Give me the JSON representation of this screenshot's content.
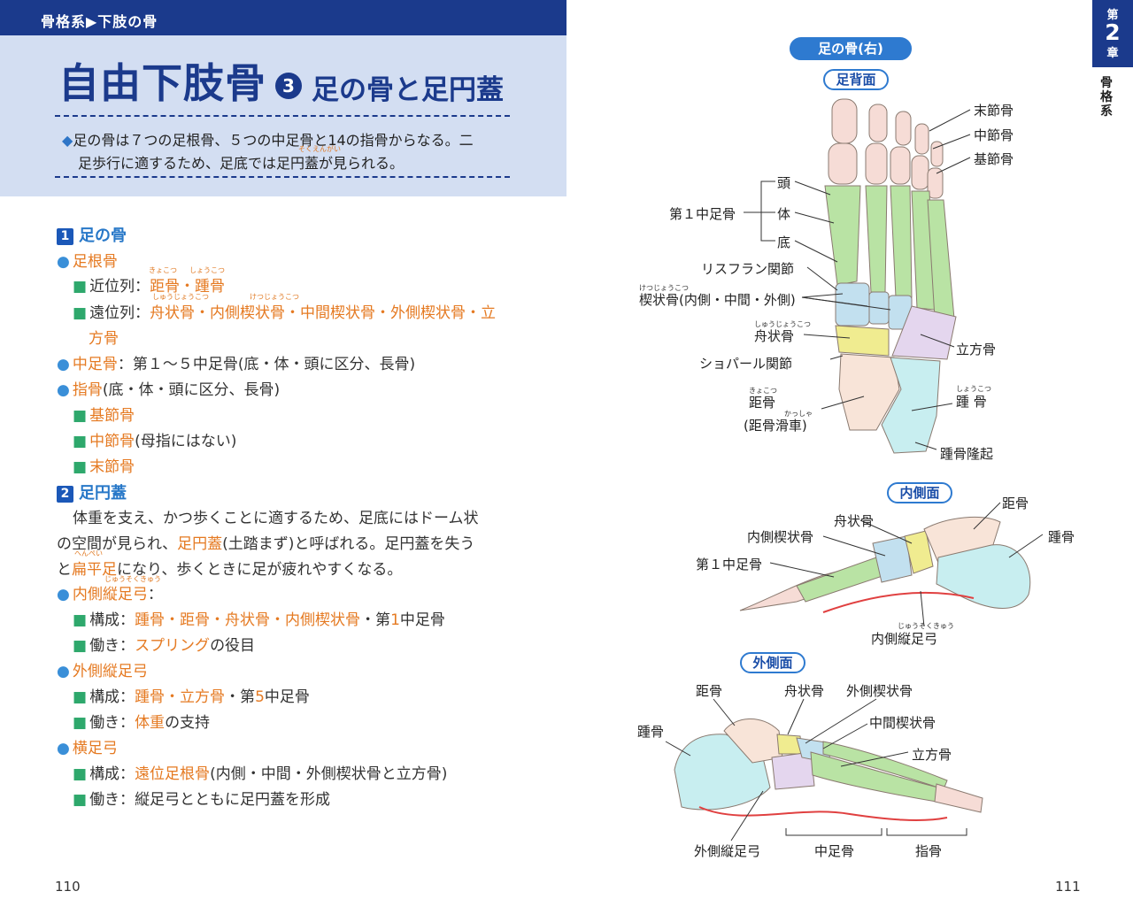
{
  "left_page": {
    "breadcrumb": "骨格系▶下肢の骨",
    "title": {
      "main": "自由下肢骨",
      "number": "3",
      "sub": "足の骨と足円蓋"
    },
    "summary": {
      "line1": "足の骨は７つの足根骨、５つの中足骨と14の指骨からなる。二",
      "line2": "足歩行に適するため、足底では足円蓋が見られる。",
      "ruby_soku": "そくえんがい"
    },
    "section1": {
      "num": "1",
      "title": "足の骨",
      "tarsal": "足根骨",
      "proximal_label": "近位列：",
      "proximal_value": "距骨・踵骨",
      "ruby_kyokotsu": "きょこつ",
      "ruby_shokotsu": "しょうこつ",
      "distal_label": "遠位列：",
      "distal_value": "舟状骨・内側楔状骨・中間楔状骨・外側楔状骨・立",
      "distal_value2": "方骨",
      "ruby_shujo": "しゅうじょうこつ",
      "ruby_ketsujo": "けつじょうこつ",
      "metatarsal_label": "中足骨",
      "metatarsal_text": "：第１～５中足骨(底・体・頭に区分、長骨)",
      "phalanx_label": "指骨",
      "phalanx_text": "(底・体・頭に区分、長骨)",
      "proximal_phalanx": "基節骨",
      "middle_phalanx": "中節骨",
      "middle_phalanx_note": "(母指にはない)",
      "distal_phalanx": "末節骨"
    },
    "section2": {
      "num": "2",
      "title": "足円蓋",
      "para1": "体重を支え、かつ歩くことに適するため、足底にはドーム状",
      "para2a": "の空間が見られ、",
      "para2b": "足円蓋",
      "para2c": "(土踏まず)と呼ばれる。足円蓋を失う",
      "para3a": "と",
      "para3b": "扁平足",
      "para3c": "になり、歩くときに足が疲れやすくなる。",
      "ruby_henpei": "へんぺい",
      "medial_arch": "内側縦足弓",
      "ruby_medial": "じゅうそくきゅう",
      "medial_comp_label": "構成：",
      "medial_comp_value": "踵骨・距骨・舟状骨・内側楔状骨",
      "medial_comp_tail1": "・第",
      "medial_comp_num": "1",
      "medial_comp_tail2": "中足骨",
      "medial_func_label": "働き：",
      "medial_func_value": "スプリング",
      "medial_func_tail": "の役目",
      "lateral_arch": "外側縦足弓",
      "lateral_comp_label": "構成：",
      "lateral_comp_value": "踵骨・立方骨",
      "lateral_comp_tail1": "・第",
      "lateral_comp_num": "5",
      "lateral_comp_tail2": "中足骨",
      "lateral_func_label": "働き：",
      "lateral_func_value": "体重",
      "lateral_func_tail": "の支持",
      "transverse_arch": "横足弓",
      "trans_comp_label": "構成：",
      "trans_comp_value": "遠位足根骨",
      "trans_comp_tail": "(内側・中間・外側楔状骨と立方骨)",
      "trans_func_label": "働き：",
      "trans_func_value": "縦足弓とともに足円蓋を形成"
    },
    "page_number": "110"
  },
  "right_page": {
    "chapter_tab": {
      "prefix": "第",
      "number": "2",
      "suffix": "章",
      "side": "骨格系"
    },
    "figure_title": "足の骨(右)",
    "dorsal_view": {
      "label": "足背面",
      "distal_phalanx": "末節骨",
      "middle_phalanx": "中節骨",
      "proximal_phalanx": "基節骨",
      "head": "頭",
      "body": "体",
      "base": "底",
      "first_metatarsal": "第１中足骨",
      "lisfranc": "リスフラン関節",
      "cuneiforms": "楔状骨(内側・中間・外側)",
      "ruby_ketsujo": "けつじょうこつ",
      "navicular": "舟状骨",
      "ruby_shujo": "しゅうじょうこつ",
      "cuboid": "立方骨",
      "chopart": "ショパール関節",
      "talus": "距骨",
      "ruby_kyokotsu": "きょこつ",
      "trochlea": "(距骨滑車)",
      "ruby_kassha": "かっしゃ",
      "calcaneus": "踵 骨",
      "ruby_shokotsu": "しょうこつ",
      "calcaneal_tuber": "踵骨隆起"
    },
    "medial_view": {
      "label": "内側面",
      "talus": "距骨",
      "navicular": "舟状骨",
      "medial_cuneiform": "内側楔状骨",
      "calcaneus": "踵骨",
      "first_metatarsal": "第１中足骨",
      "medial_arch": "内側縦足弓",
      "ruby_juso": "じゅうそくきゅう"
    },
    "lateral_view": {
      "label": "外側面",
      "talus": "距骨",
      "navicular": "舟状骨",
      "lateral_cuneiform": "外側楔状骨",
      "intermediate_cuneiform": "中間楔状骨",
      "calcaneus": "踵骨",
      "cuboid": "立方骨",
      "lateral_arch": "外側縦足弓",
      "metatarsals": "中足骨",
      "phalanges": "指骨"
    },
    "page_number": "111"
  },
  "colors": {
    "navy": "#1b3a8c",
    "title_bg": "#d3def2",
    "orange_text": "#e57a22",
    "blue_text": "#2878c8",
    "metatarsal_green": "#b9e3a4",
    "phalanx_pink": "#f6dcd6",
    "cuneiform_blue": "#c2e0ef",
    "navicular_yellow": "#f0ec90",
    "cuboid_lavender": "#e4d6ee",
    "talus_peach": "#f8e4d8",
    "calcaneus_cyan": "#c8eef0",
    "arch_red": "#e04040"
  }
}
